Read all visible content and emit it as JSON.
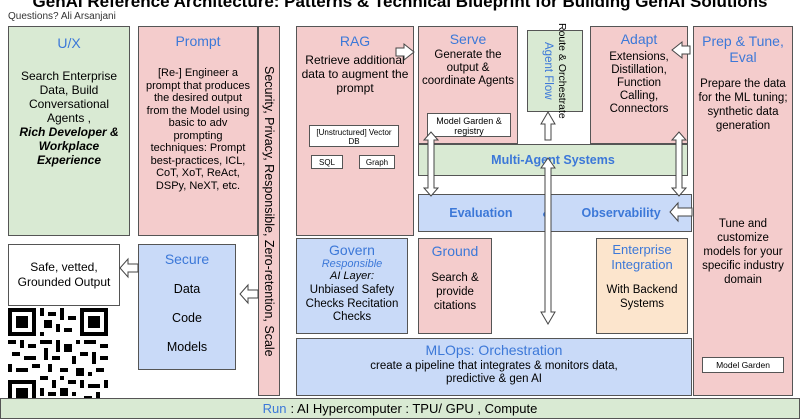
{
  "title": "GenAI Reference Architecture: Patterns & Technical Blueprint for Building GenAI Solutions",
  "subtitle": "Questions? Ali Arsanjani",
  "ux": {
    "heading": "U/X",
    "body": "Search Enterprise Data, Build Conversational Agents ,",
    "emphasis": "Rich Developer & Workplace Experience"
  },
  "prompt": {
    "heading": "Prompt",
    "body": "[Re-] Engineer a prompt that produces the desired output from the Model using basic to adv prompting techniques: Prompt best-practices, ICL, CoT, XoT, ReAct, DSPy, NeXT, etc."
  },
  "security_band": "Security, Privacy, Responsible, Zero-retention, Scale",
  "rag": {
    "heading": "RAG",
    "body": "Retrieve additional data to augment the prompt",
    "vector_db": "[Unstructured] Vector DB",
    "sql": "SQL",
    "graph": "Graph"
  },
  "serve": {
    "heading": "Serve",
    "body": "Generate the output & coordinate Agents",
    "model_garden": "Model Garden & registry"
  },
  "agent_flow": {
    "heading": "Agent Flow",
    "body": "Route & Orchestrate"
  },
  "adapt": {
    "heading": "Adapt",
    "body": "Extensions, Distillation, Function Calling, Connectors"
  },
  "prep": {
    "heading": "Prep & Tune, Eval",
    "body1": "Prepare the data for the ML tuning; synthetic data generation",
    "body2": "Tune and customize models for your specific industry domain",
    "model_garden": "Model Garden"
  },
  "multi_agent": "Multi-Agent Systems",
  "eval_obs": {
    "left": "Evaluation",
    "amp": "&",
    "right": "Observability"
  },
  "safe_output": "Safe, vetted, Grounded Output",
  "secure": {
    "heading": "Secure",
    "items": [
      "Data",
      "Code",
      "Models"
    ]
  },
  "govern": {
    "heading": "Govern",
    "responsible_prefix": "Responsible",
    "responsible_suffix": "AI Layer:",
    "body": "Unbiased Safety Checks Recitation Checks"
  },
  "ground": {
    "heading": "Ground",
    "body": "Search & provide citations"
  },
  "enterprise": {
    "heading": "Enterprise Integration",
    "body": "With Backend Systems"
  },
  "mlops": {
    "heading": "MLOps: Orchestration",
    "body": "create a pipeline that integrates & monitors data, predictive & gen AI"
  },
  "run": {
    "label": "Run",
    "body": ": AI Hypercomputer : TPU/ GPU , Compute"
  },
  "colors": {
    "green": "#d9ead3",
    "pink": "#f4cccc",
    "blue": "#c9daf8",
    "orange": "#fce5cd",
    "heading_blue": "#3c78d8"
  },
  "icons": [
    "qr-code-icon",
    "arrow-icons"
  ]
}
